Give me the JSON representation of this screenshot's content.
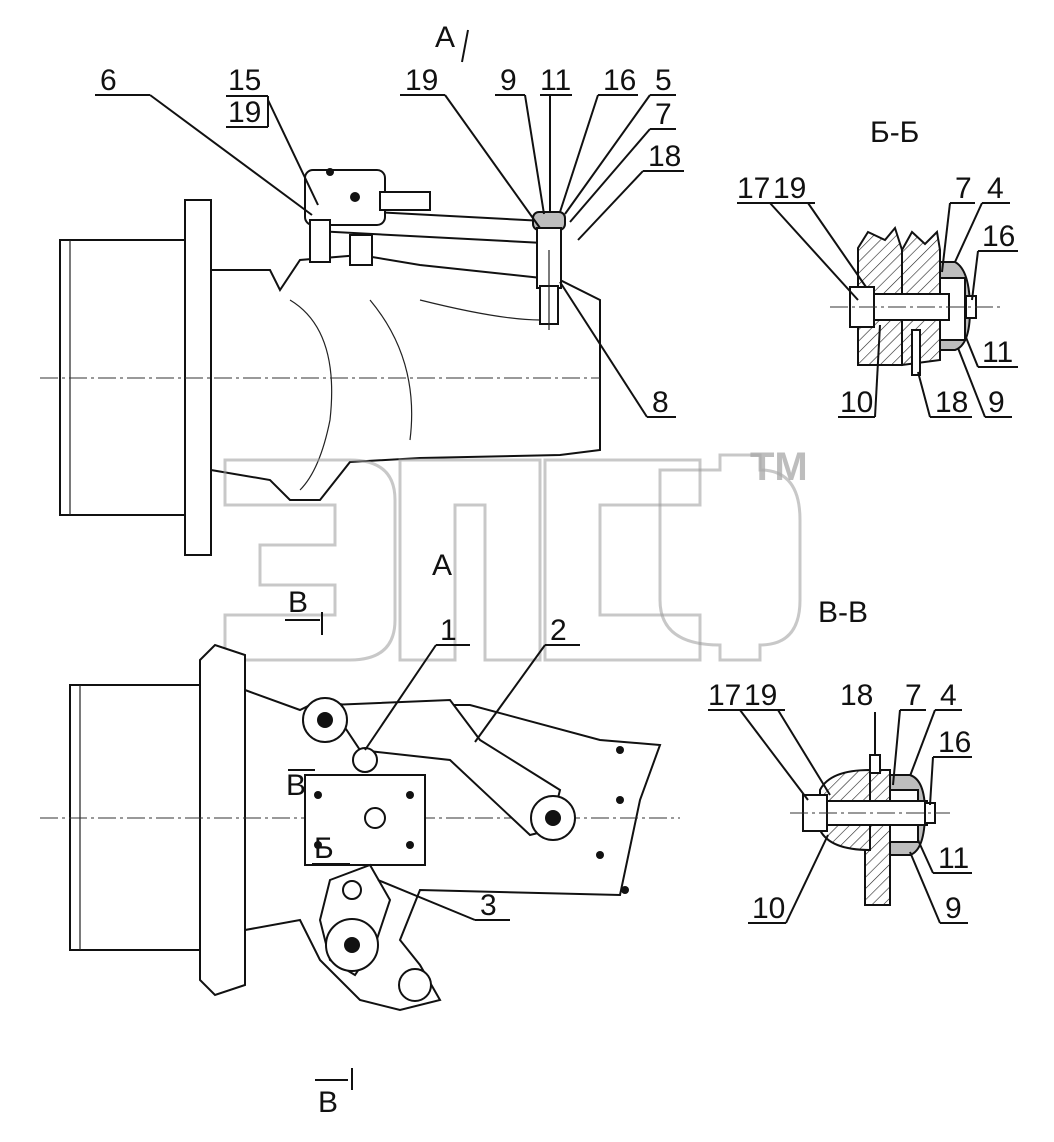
{
  "views": {
    "top_view_arrow": "А",
    "bottom_view_title": "А",
    "section_bb_title": "Б-Б",
    "section_vv_title": "В-В",
    "cut_mark_b": "Б",
    "cut_mark_v_top": "В",
    "cut_mark_v_left": "В",
    "cut_mark_v_bottom": "В"
  },
  "callouts_top": [
    "6",
    "15",
    "19",
    "19",
    "9",
    "11",
    "16",
    "5",
    "7",
    "18",
    "8"
  ],
  "callouts_bottom": [
    "1",
    "2",
    "3"
  ],
  "callouts_bb": [
    "17",
    "19",
    "7",
    "4",
    "16",
    "11",
    "9",
    "18",
    "10"
  ],
  "callouts_vv": [
    "17",
    "19",
    "18",
    "7",
    "4",
    "16",
    "11",
    "9",
    "10"
  ],
  "watermark": {
    "trademark": "TM"
  }
}
